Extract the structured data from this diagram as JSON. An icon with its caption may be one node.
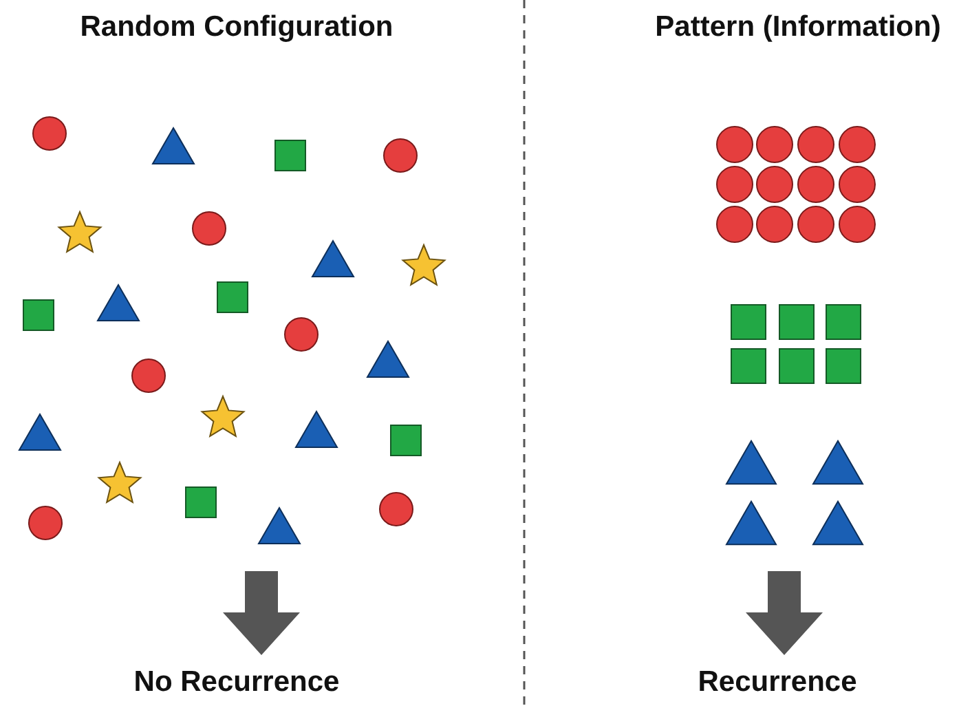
{
  "diagram": {
    "labels": [
      "Random Configuration",
      "Pattern (Information)",
      "No Recurrence",
      "Recurrence"
    ]
  }
}
